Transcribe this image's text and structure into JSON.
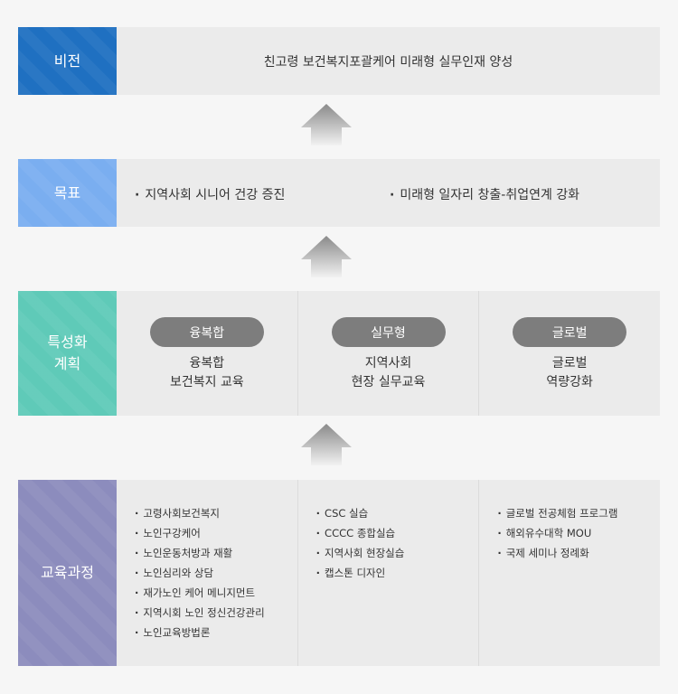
{
  "vision": {
    "label": "비전",
    "text": "친고령 보건복지포괄케어 미래형 실무인재 양성"
  },
  "goal": {
    "label": "목표",
    "items": [
      "지역사회 시니어 건강 증진",
      "미래형 일자리 창출-취업연계 강화"
    ]
  },
  "plan": {
    "label": "특성화\n계획",
    "columns": [
      {
        "badge": "융복합",
        "desc": "융복합\n보건복지 교육"
      },
      {
        "badge": "실무형",
        "desc": "지역사회\n현장 실무교육"
      },
      {
        "badge": "글로벌",
        "desc": "글로벌\n역량강화"
      }
    ]
  },
  "course": {
    "label": "교육과정",
    "columns": [
      [
        "고령사회보건복지",
        "노인구강케어",
        "노인운동처방과 재활",
        "노인심리와 상담",
        "재가노인 케어 메니지먼트",
        "지역시회 노인 정신건강관리",
        "노인교육방법론"
      ],
      [
        "CSC 실습",
        "CCCC 종합실습",
        "지역사회 현장실습",
        "캡스톤 디자인"
      ],
      [
        "글로벌 전공체험 프로그램",
        "해외유수대학 MOU",
        "국제 세미나 정례화"
      ]
    ]
  },
  "colors": {
    "vision": "#1f70c1",
    "goal": "#7aaef0",
    "plan": "#5fcab8",
    "course": "#8c8cbd",
    "badge": "#7d7d7d",
    "arrow": "#8a8a8a"
  },
  "icons": {
    "arrow": "up-arrow-icon"
  }
}
